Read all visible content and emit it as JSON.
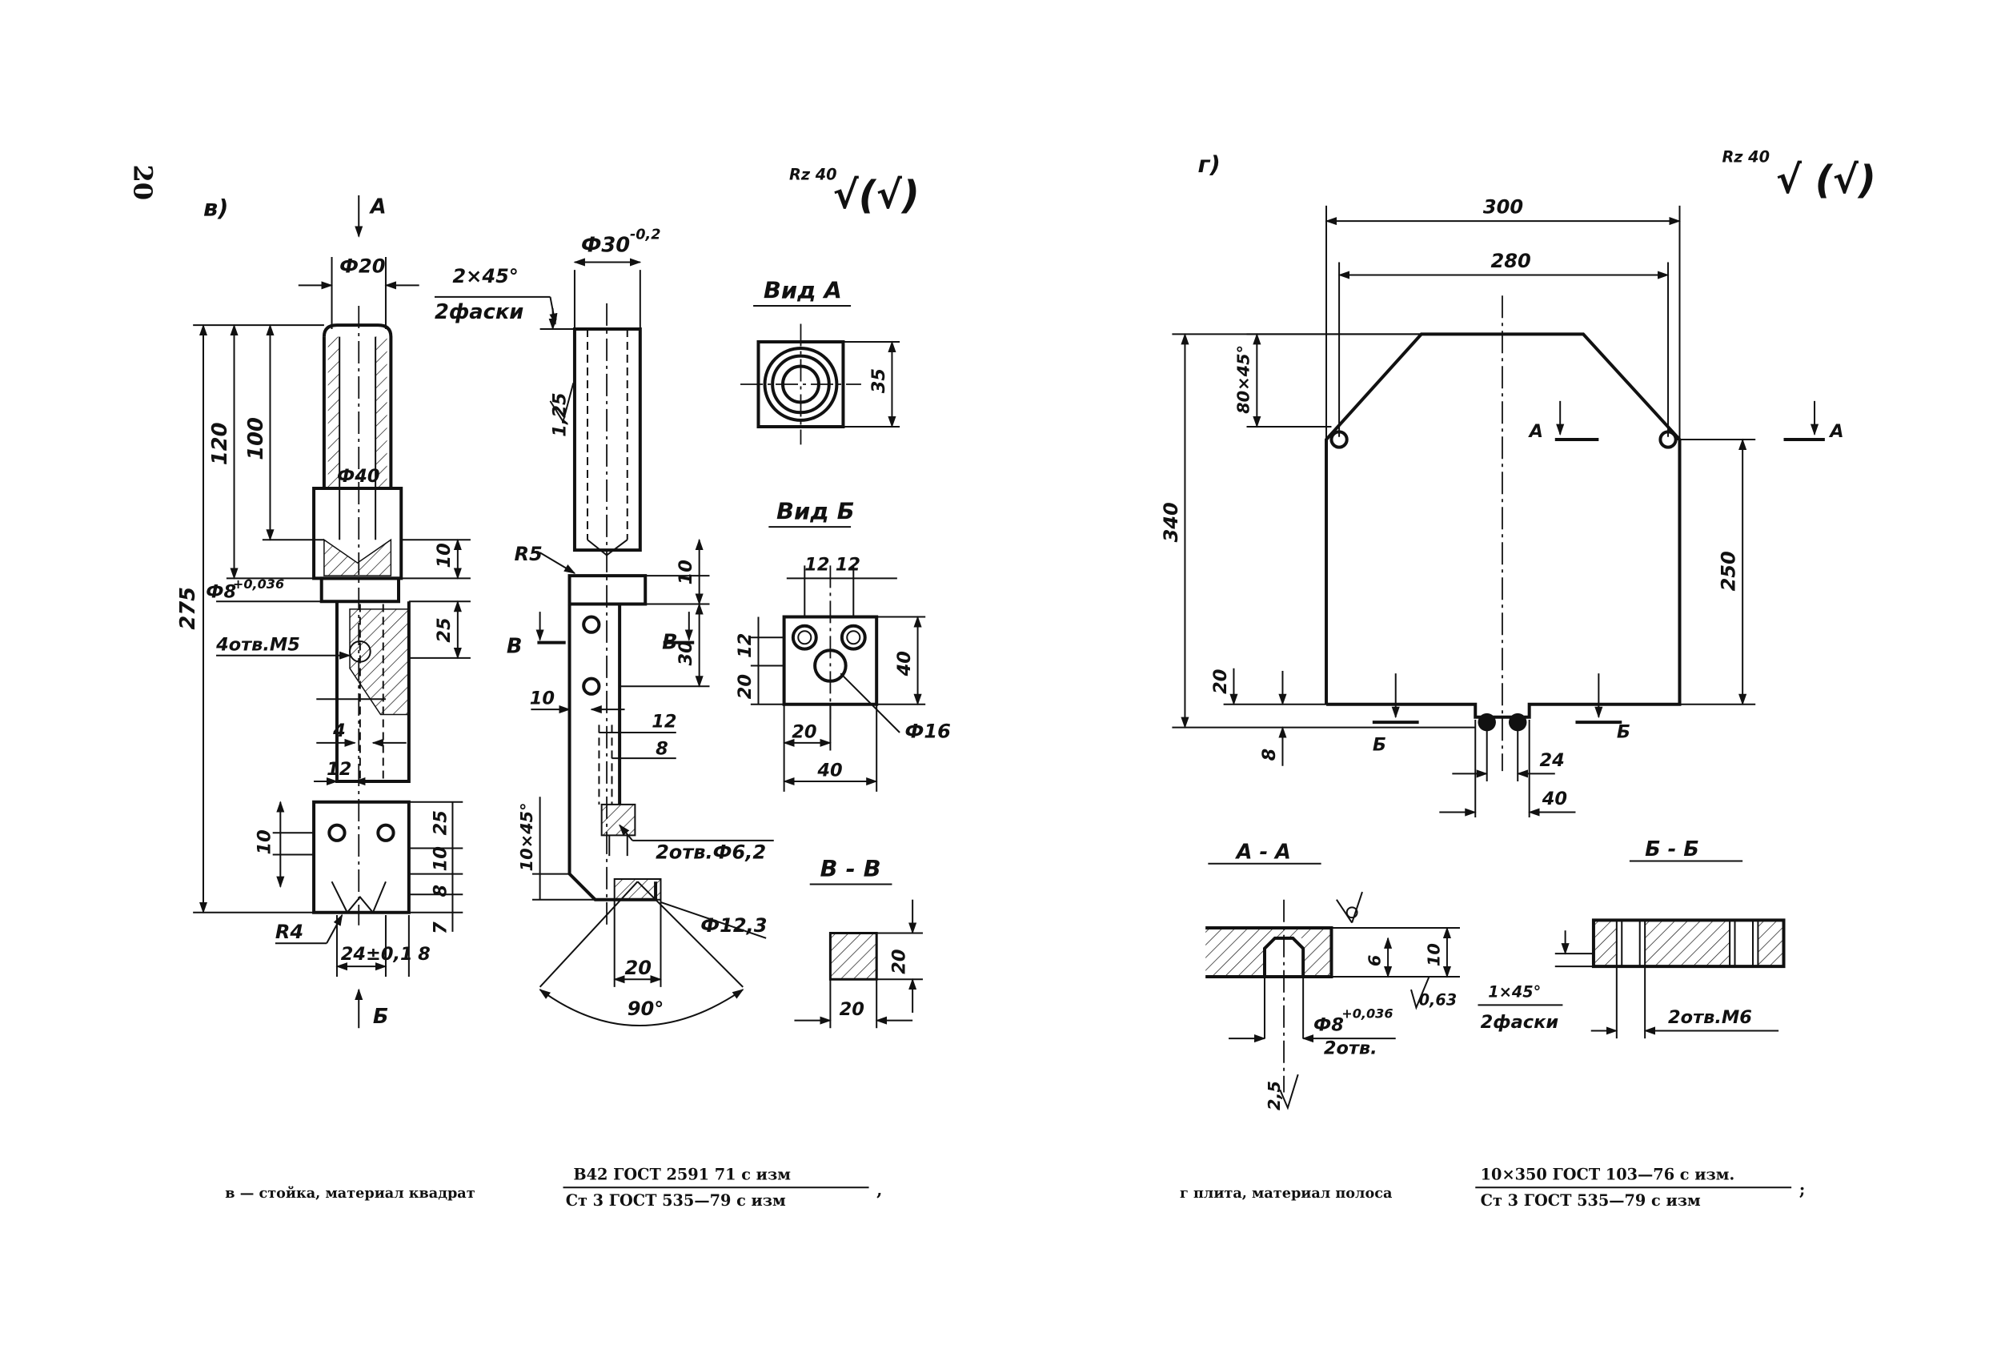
{
  "page_number": "20",
  "left": {
    "label": "в)",
    "rough_label": "Rz 40",
    "rough_sym": "√(√)",
    "view_a_label": "Вид А",
    "view_b_label": "Вид Б",
    "section_vv_label": "В - В",
    "arrow_a": "А",
    "arrow_b": "Б",
    "arrow_v1": "В",
    "arrow_v2": "В",
    "dims": {
      "d20": "Ф20",
      "d40": "Ф40",
      "d8": "Ф8",
      "d8tol": "+0,036",
      "holes_m5": "4отв.М5",
      "h275": "275",
      "h120": "120",
      "h100": "100",
      "v10a": "10",
      "v25a": "25",
      "h4": "4",
      "h12": "12",
      "v10b": "10",
      "v25b": "25",
      "v10c": "10",
      "v8": "8",
      "v7": "7",
      "r4": "R4",
      "w24": "24±0,1",
      "w8": "8",
      "chamfer": "2×45°",
      "chamfers": "2фаски",
      "d30": "Ф30",
      "d30tol": "-0,2",
      "rough125": "1,25",
      "r5": "R5",
      "v10d": "10",
      "v30": "30",
      "h10": "10",
      "h12b": "12",
      "h8b": "8",
      "ch10x45": "10×45°",
      "holes_62": "2отв.Ф6,2",
      "d123": "Ф12,3",
      "w20": "20",
      "ang90": "90°",
      "va_35": "35",
      "vb_12a": "12",
      "vb_12b": "12",
      "vb_12c": "12",
      "vb_20v": "20",
      "vb_40v": "40",
      "vb_20h": "20",
      "vb_40h": "40",
      "vb_d16": "Ф16",
      "vv_20v": "20",
      "vv_20h": "20"
    },
    "caption": {
      "prefix": "в — стойка, материал квадрат",
      "numerator": "В42 ГОСТ 2591 71 с изм",
      "denominator": "Ст 3 ГОСТ 535—79 с изм",
      "suffix": ","
    }
  },
  "right": {
    "label": "г)",
    "rough_label": "Rz 40",
    "rough_sym": "√ (√)",
    "section_aa_label": "А - А",
    "section_bb_label": "Б - Б",
    "arrow_a1": "А",
    "arrow_a2": "А",
    "arrow_b1": "Б",
    "arrow_b2": "Б",
    "dims": {
      "w300": "300",
      "w280": "280",
      "ch80": "80×45°",
      "h340": "340",
      "h250": "250",
      "h20": "20",
      "h8": "8",
      "w24": "24",
      "w40": "40",
      "aa_6": "6",
      "aa_10": "10",
      "aa_063": "0,63",
      "aa_d8": "Ф8",
      "aa_d8tol": "+0,036",
      "aa_2otv": "2отв.",
      "aa_25": "2,5",
      "bb_ch": "1×45°",
      "bb_chamfers": "2фаски",
      "bb_m6": "2отв.М6"
    },
    "caption": {
      "prefix": "г плита, материал полоса",
      "numerator": "10×350 ГОСТ 103—76 с изм.",
      "denominator": "Ст 3 ГОСТ 535—79 с изм",
      "suffix": ";"
    }
  }
}
